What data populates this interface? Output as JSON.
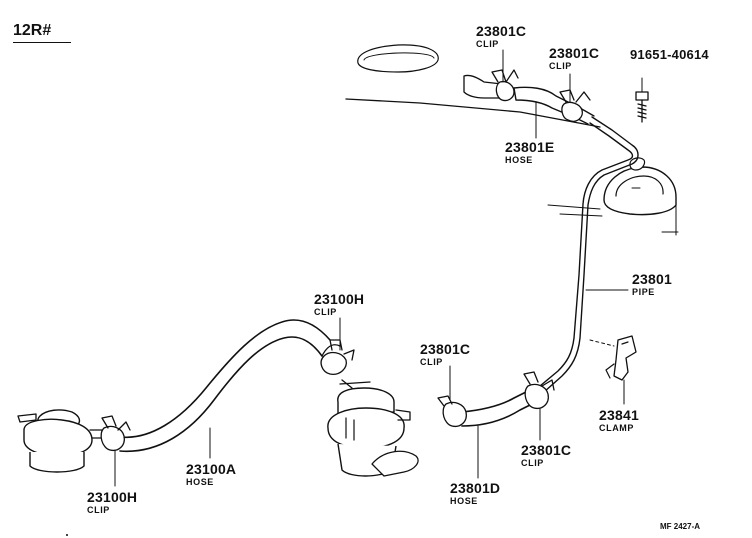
{
  "model_code": "12R#",
  "drawing_ref": "MF 2427-A",
  "parts": [
    {
      "id": "c1",
      "number": "23801C",
      "name": "CLIP"
    },
    {
      "id": "c2",
      "number": "23801C",
      "name": "CLIP"
    },
    {
      "id": "bolt",
      "number": "91651-40614",
      "name": ""
    },
    {
      "id": "hoseE",
      "number": "23801E",
      "name": "HOSE"
    },
    {
      "id": "pipe",
      "number": "23801",
      "name": "PIPE"
    },
    {
      "id": "clipH1",
      "number": "23100H",
      "name": "CLIP"
    },
    {
      "id": "c3",
      "number": "23801C",
      "name": "CLIP"
    },
    {
      "id": "clamp",
      "number": "23841",
      "name": "CLAMP"
    },
    {
      "id": "c4",
      "number": "23801C",
      "name": "CLIP"
    },
    {
      "id": "hoseA",
      "number": "23100A",
      "name": "HOSE"
    },
    {
      "id": "clipH2",
      "number": "23100H",
      "name": "CLIP"
    },
    {
      "id": "hoseD",
      "number": "23801D",
      "name": "HOSE"
    }
  ]
}
